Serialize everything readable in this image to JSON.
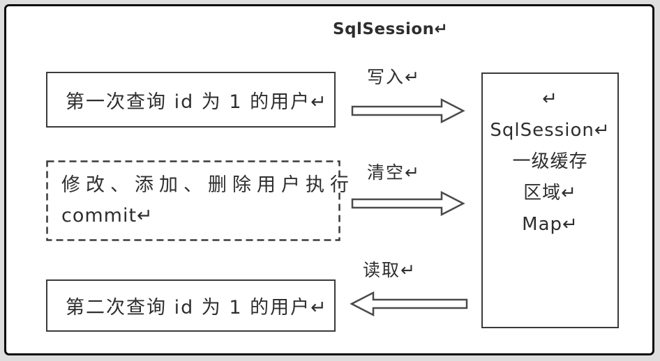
{
  "diagram": {
    "title": "SqlSession↵",
    "boxes": {
      "first_query": {
        "text": "第一次查询 id 为 1 的用户↵",
        "border_style": "solid"
      },
      "modify_commit": {
        "line1": "修改、添加、删除用户执行",
        "line2": "commit↵",
        "border_style": "dashed"
      },
      "second_query": {
        "text": "第二次查询 id 为 1 的用户↵",
        "border_style": "solid"
      },
      "cache": {
        "lines": [
          "↵",
          "SqlSession↵",
          "一级缓存",
          "区域↵",
          "Map↵"
        ],
        "border_style": "solid"
      }
    },
    "arrows": [
      {
        "label": "写入↵",
        "direction": "right"
      },
      {
        "label": "清空↵",
        "direction": "right"
      },
      {
        "label": "读取↵",
        "direction": "left"
      }
    ],
    "colors": {
      "outer_background": "#dedede",
      "frame_border": "#0a0a0a",
      "canvas_background": "#ffffff",
      "box_border": "#3a3a3a",
      "text": "#2e2e2e",
      "arrow_outline": "#4a4a4a",
      "arrow_fill": "#ffffff"
    }
  }
}
